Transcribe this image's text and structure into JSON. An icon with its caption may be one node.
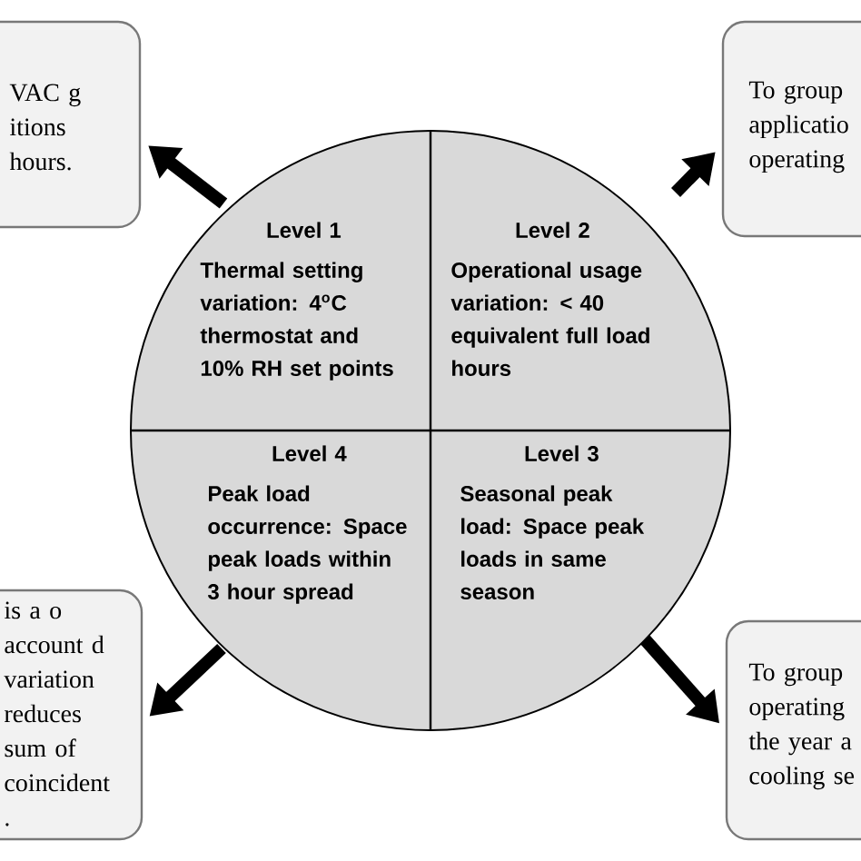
{
  "diagram": {
    "nodes": [
      {
        "text": [
          "Level 1",
          "Thermal setting variation: 4$^{o}$C thermostat and 10% RH set points"
        ]
      },
      {
        "text": [
          "Level 2",
          "Operational usage variation: < 40 equivalent full load hours"
        ]
      },
      {
        "text": [
          "Level 4",
          "Peak load occurrence: Space peak loads within 3 hour spread"
        ]
      },
      {
        "text": [
          "Level 3",
          "Seasonal peak load: Space peak loads in same season"
        ]
      },
      {
        "text": [
          "VAC g itions hours."
        ]
      },
      {
        "text": [
          "To group applicatio operating"
        ]
      },
      {
        "text": [
          "is a o account d variation reduces sum of coincident ."
        ]
      },
      {
        "text": [
          "To group operating the year a cooling se"
        ]
      }
    ],
    "edges": [
      {
        "from": 0,
        "to": 4,
        "arrow": "to"
      },
      {
        "from": 1,
        "to": 5,
        "arrow": "to"
      },
      {
        "from": 2,
        "to": 6,
        "arrow": "to"
      },
      {
        "from": 3,
        "to": 7,
        "arrow": "to"
      }
    ]
  }
}
